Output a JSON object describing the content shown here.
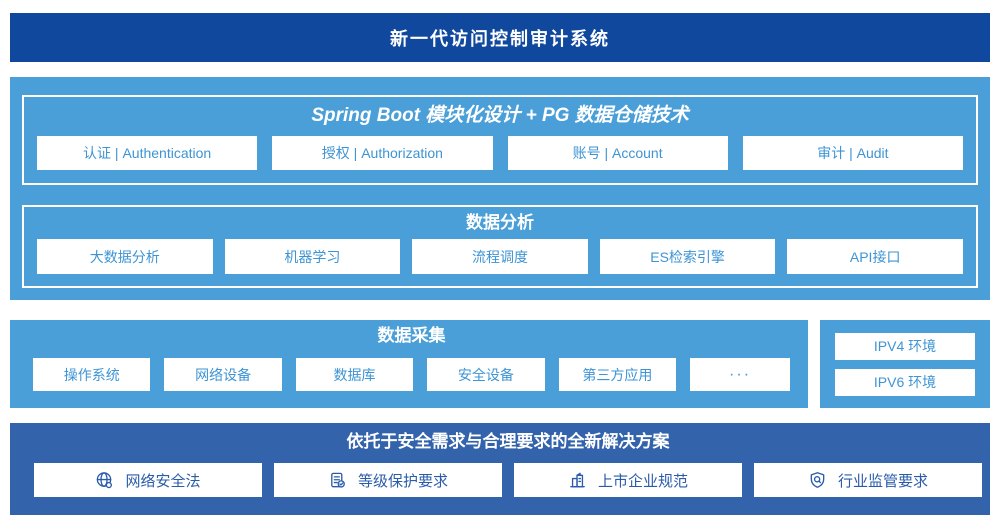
{
  "header": {
    "title": "新一代访问控制审计系统"
  },
  "platform": {
    "architecture": {
      "title": "Spring Boot 模块化设计 + PG 数据仓储技术",
      "modules": [
        "认证 | Authentication",
        "授权 | Authorization",
        "账号 | Account",
        "审计 | Audit"
      ]
    },
    "analysis": {
      "title": "数据分析",
      "modules": [
        "大数据分析",
        "机器学习",
        "流程调度",
        "ES检索引擎",
        "API接口"
      ]
    }
  },
  "collection": {
    "title": "数据采集",
    "sources": [
      "操作系统",
      "网络设备",
      "数据库",
      "安全设备",
      "第三方应用",
      "···"
    ],
    "environments": [
      "IPV4 环境",
      "IPV6 环境"
    ]
  },
  "solution": {
    "title": "依托于安全需求与合理要求的全新解决方案",
    "items": [
      {
        "icon": "globe-icon",
        "label": "网络安全法"
      },
      {
        "icon": "document-check-icon",
        "label": "等级保护要求"
      },
      {
        "icon": "building-icon",
        "label": "上市企业规范"
      },
      {
        "icon": "shield-magnifier-icon",
        "label": "行业监管要求"
      }
    ]
  },
  "colors": {
    "header_navy": "#10489e",
    "solution_blue": "#3263ab",
    "panel_light_blue": "#4b9fd8",
    "box_text_blue": "#3e94d4",
    "solution_text_blue": "#2b5caa",
    "box_bg": "#ffffff"
  }
}
